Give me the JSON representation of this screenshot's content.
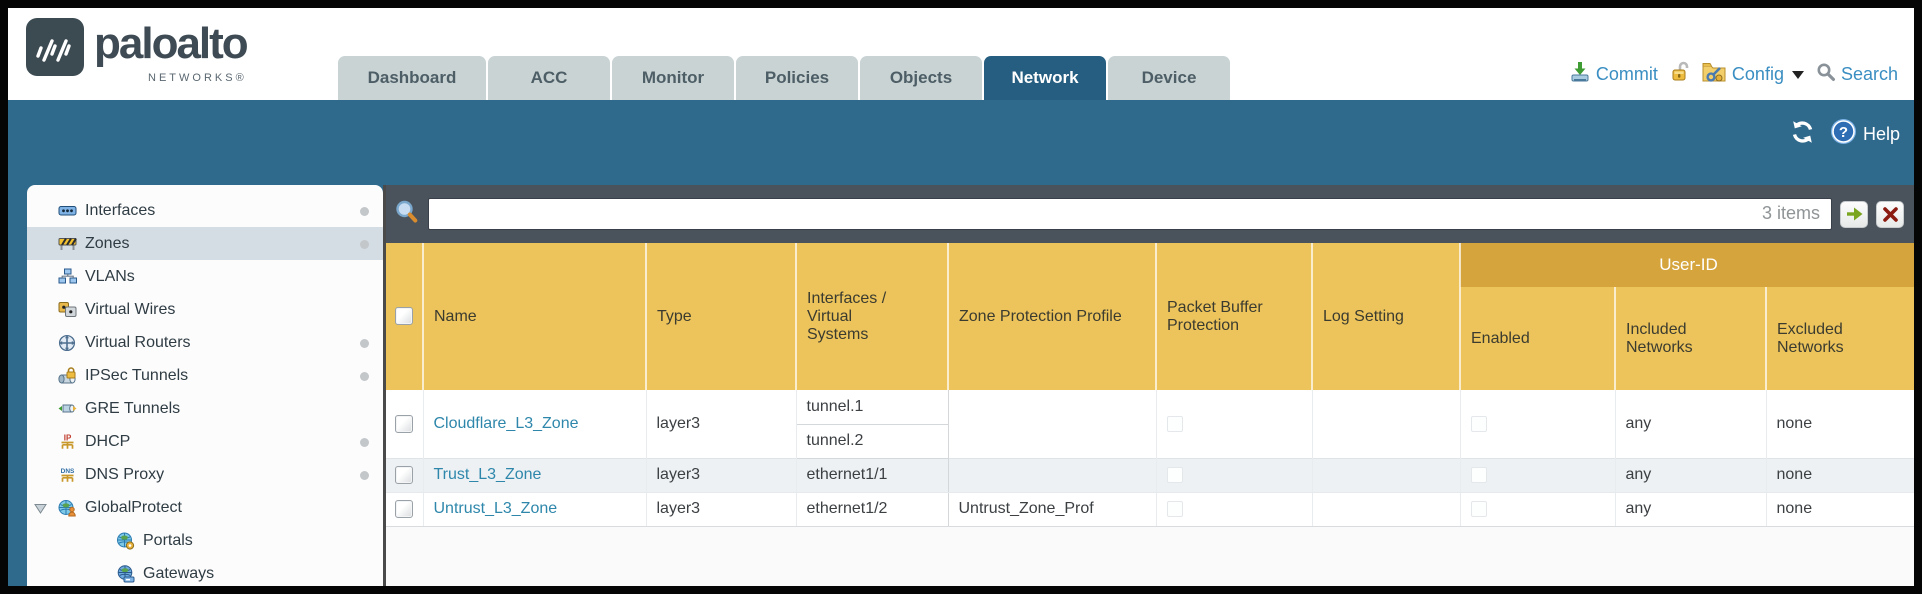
{
  "brand": {
    "logo_word": "paloalto",
    "logo_sub": "NETWORKS®"
  },
  "tabs": [
    {
      "label": "Dashboard",
      "active": false
    },
    {
      "label": "ACC",
      "active": false
    },
    {
      "label": "Monitor",
      "active": false
    },
    {
      "label": "Policies",
      "active": false
    },
    {
      "label": "Objects",
      "active": false
    },
    {
      "label": "Network",
      "active": true
    },
    {
      "label": "Device",
      "active": false
    }
  ],
  "header_actions": {
    "commit_label": "Commit",
    "config_label": "Config",
    "search_label": "Search"
  },
  "band": {
    "help_label": "Help"
  },
  "toolbar": {
    "search_value": "",
    "items_count": "3 items"
  },
  "sidebar": {
    "items": [
      {
        "label": "Interfaces",
        "icon": "interfaces-icon",
        "dot": true
      },
      {
        "label": "Zones",
        "icon": "zones-icon",
        "dot": true,
        "active": true
      },
      {
        "label": "VLANs",
        "icon": "vlans-icon",
        "dot": false
      },
      {
        "label": "Virtual Wires",
        "icon": "virtual-wires-icon",
        "dot": false
      },
      {
        "label": "Virtual Routers",
        "icon": "virtual-routers-icon",
        "dot": true
      },
      {
        "label": "IPSec Tunnels",
        "icon": "ipsec-tunnels-icon",
        "dot": true
      },
      {
        "label": "GRE Tunnels",
        "icon": "gre-tunnels-icon",
        "dot": false
      },
      {
        "label": "DHCP",
        "icon": "dhcp-icon",
        "dot": true
      },
      {
        "label": "DNS Proxy",
        "icon": "dns-proxy-icon",
        "dot": true
      },
      {
        "label": "GlobalProtect",
        "icon": "globalprotect-icon",
        "dot": false,
        "expanded": true,
        "children": [
          {
            "label": "Portals",
            "icon": "portals-icon"
          },
          {
            "label": "Gateways",
            "icon": "gateways-icon"
          }
        ]
      }
    ]
  },
  "table": {
    "user_id_group": "User-ID",
    "columns": [
      {
        "label": "Name"
      },
      {
        "label": "Type"
      },
      {
        "label": "Interfaces / Virtual Systems"
      },
      {
        "label": "Zone Protection Profile"
      },
      {
        "label": "Packet Buffer Protection"
      },
      {
        "label": "Log Setting"
      },
      {
        "label": "Enabled"
      },
      {
        "label": "Included Networks"
      },
      {
        "label": "Excluded Networks"
      }
    ],
    "rows": [
      {
        "name": "Cloudflare_L3_Zone",
        "type": "layer3",
        "interfaces": [
          "tunnel.1",
          "tunnel.2"
        ],
        "zone_protection_profile": "",
        "packet_buffer_protection_checked": false,
        "log_setting": "",
        "user_id_enabled_checked": false,
        "included_networks": "any",
        "excluded_networks": "none"
      },
      {
        "name": "Trust_L3_Zone",
        "type": "layer3",
        "interfaces": [
          "ethernet1/1"
        ],
        "zone_protection_profile": "",
        "packet_buffer_protection_checked": false,
        "log_setting": "",
        "user_id_enabled_checked": false,
        "included_networks": "any",
        "excluded_networks": "none"
      },
      {
        "name": "Untrust_L3_Zone",
        "type": "layer3",
        "interfaces": [
          "ethernet1/2"
        ],
        "zone_protection_profile": "Untrust_Zone_Prof",
        "packet_buffer_protection_checked": false,
        "log_setting": "",
        "user_id_enabled_checked": false,
        "included_networks": "any",
        "excluded_networks": "none"
      }
    ]
  },
  "colors": {
    "teal_band": "#2F6A8D",
    "active_tab": "#255E80",
    "inactive_tab": "#C9D3D4",
    "toolbar_dark": "#4A535C",
    "table_header_gold": "#ECC45B",
    "user_id_gold": "#D5A43D",
    "link_blue": "#2E87AB",
    "action_blue": "#3A8EC2",
    "stripe_row": "#EDF1F4",
    "sidebar_active": "#D4DDE4"
  }
}
